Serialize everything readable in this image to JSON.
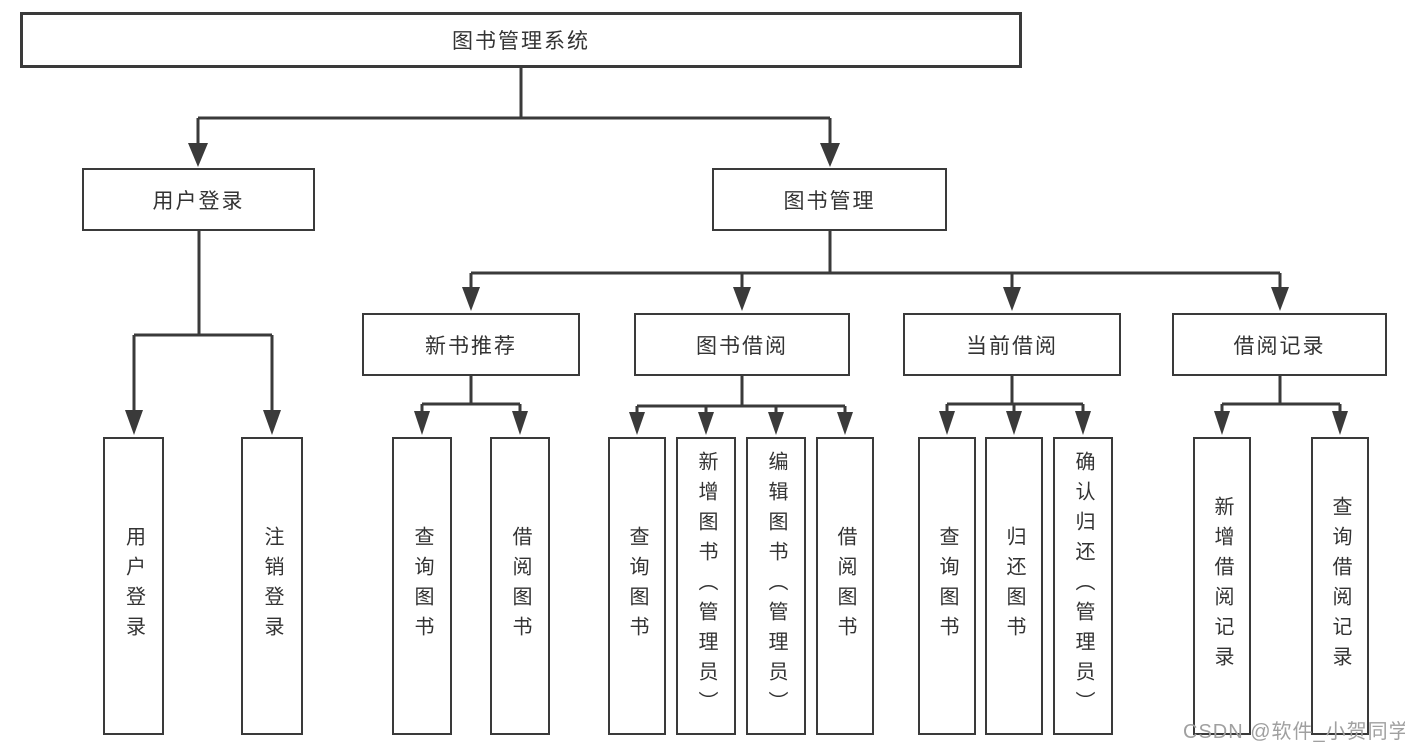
{
  "tree": {
    "root": {
      "label": "图书管理系统"
    },
    "login": {
      "label": "用户登录",
      "children": [
        {
          "label": "用户登录"
        },
        {
          "label": "注销登录"
        }
      ]
    },
    "management": {
      "label": "图书管理",
      "sections": [
        {
          "label": "新书推荐",
          "children": [
            {
              "label": "查询图书"
            },
            {
              "label": "借阅图书"
            }
          ]
        },
        {
          "label": "图书借阅",
          "children": [
            {
              "label": "查询图书"
            },
            {
              "label": "新增图书（管理员）"
            },
            {
              "label": "编辑图书（管理员）"
            },
            {
              "label": "借阅图书"
            }
          ]
        },
        {
          "label": "当前借阅",
          "children": [
            {
              "label": "查询图书"
            },
            {
              "label": "归还图书"
            },
            {
              "label": "确认归还（管理员）"
            }
          ]
        },
        {
          "label": "借阅记录",
          "children": [
            {
              "label": "新增借阅记录"
            },
            {
              "label": "查询借阅记录"
            }
          ]
        }
      ]
    }
  },
  "watermark": "CSDN @软件_小贺同学",
  "colors": {
    "line": "#3a3a3a",
    "text": "#333333",
    "box_bg": "#ffffff",
    "watermark": "#a0a0a0"
  }
}
